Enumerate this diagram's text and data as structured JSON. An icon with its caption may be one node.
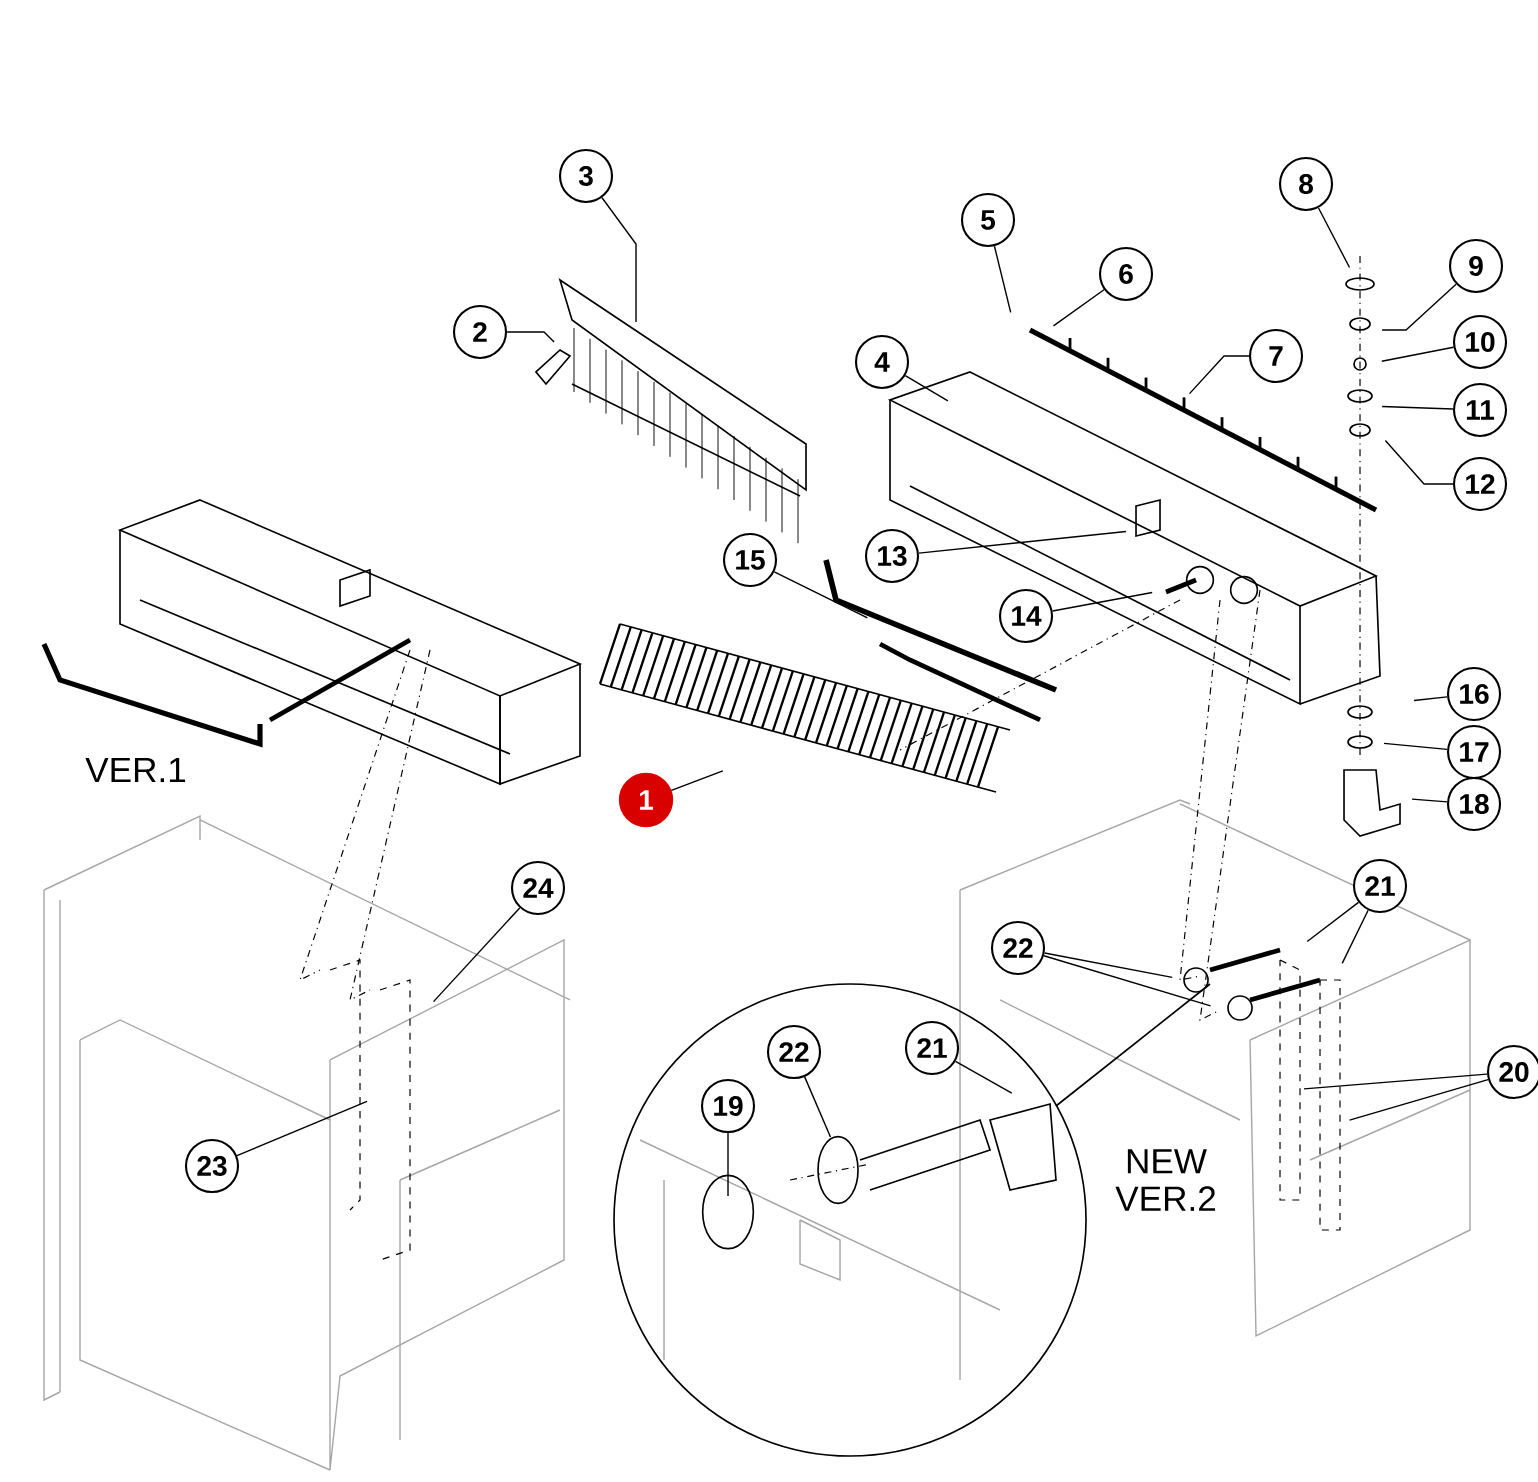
{
  "diagram": {
    "nodes": [
      {
        "text": [
          "1"
        ]
      },
      {
        "text": [
          "2"
        ]
      },
      {
        "text": [
          "3"
        ]
      },
      {
        "text": [
          "4"
        ]
      },
      {
        "text": [
          "5"
        ]
      },
      {
        "text": [
          "6"
        ]
      },
      {
        "text": [
          "7"
        ]
      },
      {
        "text": [
          "8"
        ]
      },
      {
        "text": [
          "9"
        ]
      },
      {
        "text": [
          "10"
        ]
      },
      {
        "text": [
          "11"
        ]
      },
      {
        "text": [
          "12"
        ]
      },
      {
        "text": [
          "13"
        ]
      },
      {
        "text": [
          "14"
        ]
      },
      {
        "text": [
          "15"
        ]
      },
      {
        "text": [
          "16"
        ]
      },
      {
        "text": [
          "17"
        ]
      },
      {
        "text": [
          "18"
        ]
      },
      {
        "text": [
          "19"
        ]
      },
      {
        "text": [
          "20"
        ]
      },
      {
        "text": [
          "21"
        ]
      },
      {
        "text": [
          "21"
        ]
      },
      {
        "text": [
          "22"
        ]
      },
      {
        "text": [
          "22"
        ]
      },
      {
        "text": [
          "23"
        ]
      },
      {
        "text": [
          "24"
        ]
      }
    ],
    "edges": [
      {
        "from": 0,
        "to": null,
        "arrow": "none"
      },
      {
        "from": 1,
        "to": null,
        "arrow": "none"
      },
      {
        "from": 2,
        "to": null,
        "arrow": "none"
      },
      {
        "from": 3,
        "to": null,
        "arrow": "none"
      },
      {
        "from": 4,
        "to": null,
        "arrow": "none"
      },
      {
        "from": 5,
        "to": null,
        "arrow": "none"
      },
      {
        "from": 6,
        "to": null,
        "arrow": "none"
      },
      {
        "from": 7,
        "to": null,
        "arrow": "none"
      },
      {
        "from": 8,
        "to": null,
        "arrow": "none"
      },
      {
        "from": 9,
        "to": null,
        "arrow": "none"
      },
      {
        "from": 10,
        "to": null,
        "arrow": "none"
      },
      {
        "from": 11,
        "to": null,
        "arrow": "none"
      },
      {
        "from": 12,
        "to": null,
        "arrow": "none"
      },
      {
        "from": 13,
        "to": null,
        "arrow": "none"
      },
      {
        "from": 14,
        "to": null,
        "arrow": "none"
      },
      {
        "from": 15,
        "to": null,
        "arrow": "none"
      },
      {
        "from": 16,
        "to": null,
        "arrow": "none"
      },
      {
        "from": 17,
        "to": null,
        "arrow": "none"
      },
      {
        "from": 18,
        "to": null,
        "arrow": "none"
      },
      {
        "from": 19,
        "to": null,
        "arrow": "none"
      },
      {
        "from": 19,
        "to": null,
        "arrow": "none"
      },
      {
        "from": 20,
        "to": null,
        "arrow": "none"
      },
      {
        "from": 20,
        "to": null,
        "arrow": "none"
      },
      {
        "from": 21,
        "to": null,
        "arrow": "none"
      },
      {
        "from": 22,
        "to": null,
        "arrow": "none"
      },
      {
        "from": 22,
        "to": null,
        "arrow": "none"
      },
      {
        "from": 23,
        "to": null,
        "arrow": "none"
      },
      {
        "from": 24,
        "to": null,
        "arrow": "none"
      },
      {
        "from": 25,
        "to": null,
        "arrow": "none"
      }
    ],
    "labels": [
      "VER.1",
      "NEW VER.2"
    ]
  }
}
